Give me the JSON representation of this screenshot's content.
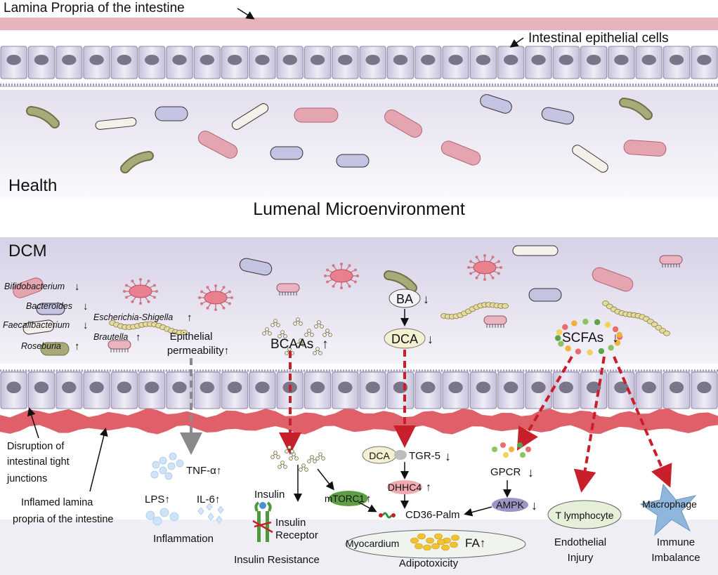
{
  "top": {
    "lamina_label": "Lamina Propria of the intestine",
    "epithelial_label": "Intestinal epithelial cells",
    "health_label": "Health",
    "lumen_label": "Lumenal Microenvironment"
  },
  "dcm": {
    "title": "DCM",
    "bacteria": [
      {
        "name": "Bifidobacterium",
        "arrow": "↓"
      },
      {
        "name": "Bacteroides",
        "arrow": "↓"
      },
      {
        "name": "Faecalibacterium",
        "arrow": "↓"
      },
      {
        "name": "Roseburia",
        "arrow": "↑"
      },
      {
        "name": "Escherichia-Shigella",
        "arrow": "↑"
      },
      {
        "name": "Brautella",
        "arrow": "↑"
      }
    ],
    "permeability_line1": "Epithelial",
    "permeability_line2": "permeability↑",
    "bcaas": "BCAAs",
    "bcaas_arrow": "↑",
    "ba": "BA",
    "ba_arrow": "↓",
    "dca": "DCA",
    "dca_arrow": "↓",
    "scfas": "SCFAs",
    "scfas_arrow": "↓",
    "disruption": [
      "Disruption of",
      "intestinal tight",
      "junctions"
    ],
    "inflamed": [
      "Inflamed lamina",
      "propria of the intestine"
    ]
  },
  "lower": {
    "tnf": "TNF-α↑",
    "lps": "LPS↑",
    "il6": "IL-6↑",
    "inflammation": "Inflammation",
    "insulin": "Insulin",
    "insulin_receptor": [
      "Insulin",
      "Receptor"
    ],
    "insulin_resistance": "Insulin Resistance",
    "mtorc1": "mTORC1",
    "mtorc1_arrow": "↑",
    "dca_small": "DCA",
    "tgr5": "TGR-5",
    "tgr5_arrow": "↓",
    "dhhc4": "DHHC4",
    "dhhc4_arrow": "↑",
    "cd36": "CD36-Palm",
    "myocardium": "Myocardium",
    "fa": "FA↑",
    "adipotoxicity": "Adipotoxicity",
    "gpcr": "GPCR",
    "gpcr_arrow": "↓",
    "ampk": "AMPK",
    "ampk_arrow": "↓",
    "t_lymphocyte": "T lymphocyte",
    "endothelial": [
      "Endothelial",
      "Injury"
    ],
    "macrophage": "Macrophage",
    "immune": [
      "Immune",
      "Imbalance"
    ]
  },
  "colors": {
    "lamina_strip": "#e9b3bd",
    "epithelium": "#d8d3e6",
    "inflamed": "#e0606a",
    "red_arrow": "#c8202a",
    "grey_arrow": "#8a8a8a"
  }
}
